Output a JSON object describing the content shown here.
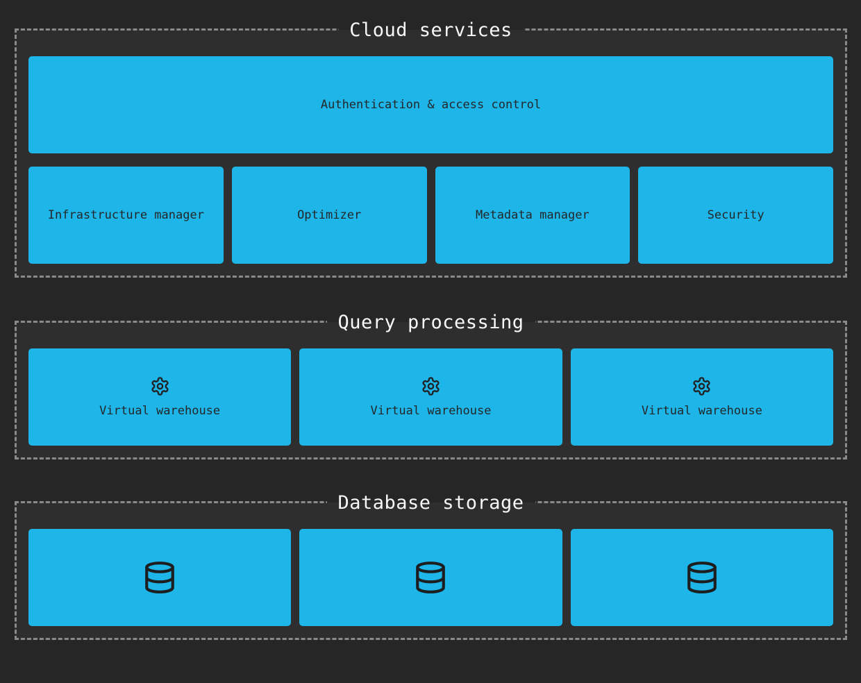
{
  "colors": {
    "page_background": "#262626",
    "section_background": "#2e2e2e",
    "dashed_border": "#8a8a8a",
    "box_fill": "#1eb6e8",
    "box_text": "#24272a",
    "title_text": "#f8f8f8"
  },
  "sections": {
    "cloud_services": {
      "title": "Cloud services",
      "auth_box_label": "Authentication & access control",
      "manager_boxes": [
        "Infrastructure manager",
        "Optimizer",
        "Metadata manager",
        "Security"
      ]
    },
    "query_processing": {
      "title": "Query processing",
      "warehouse_label": "Virtual warehouse",
      "warehouse_icon": "gear-icon",
      "warehouse_count": 3
    },
    "database_storage": {
      "title": "Database storage",
      "database_icon": "database-icon",
      "database_count": 3
    }
  }
}
